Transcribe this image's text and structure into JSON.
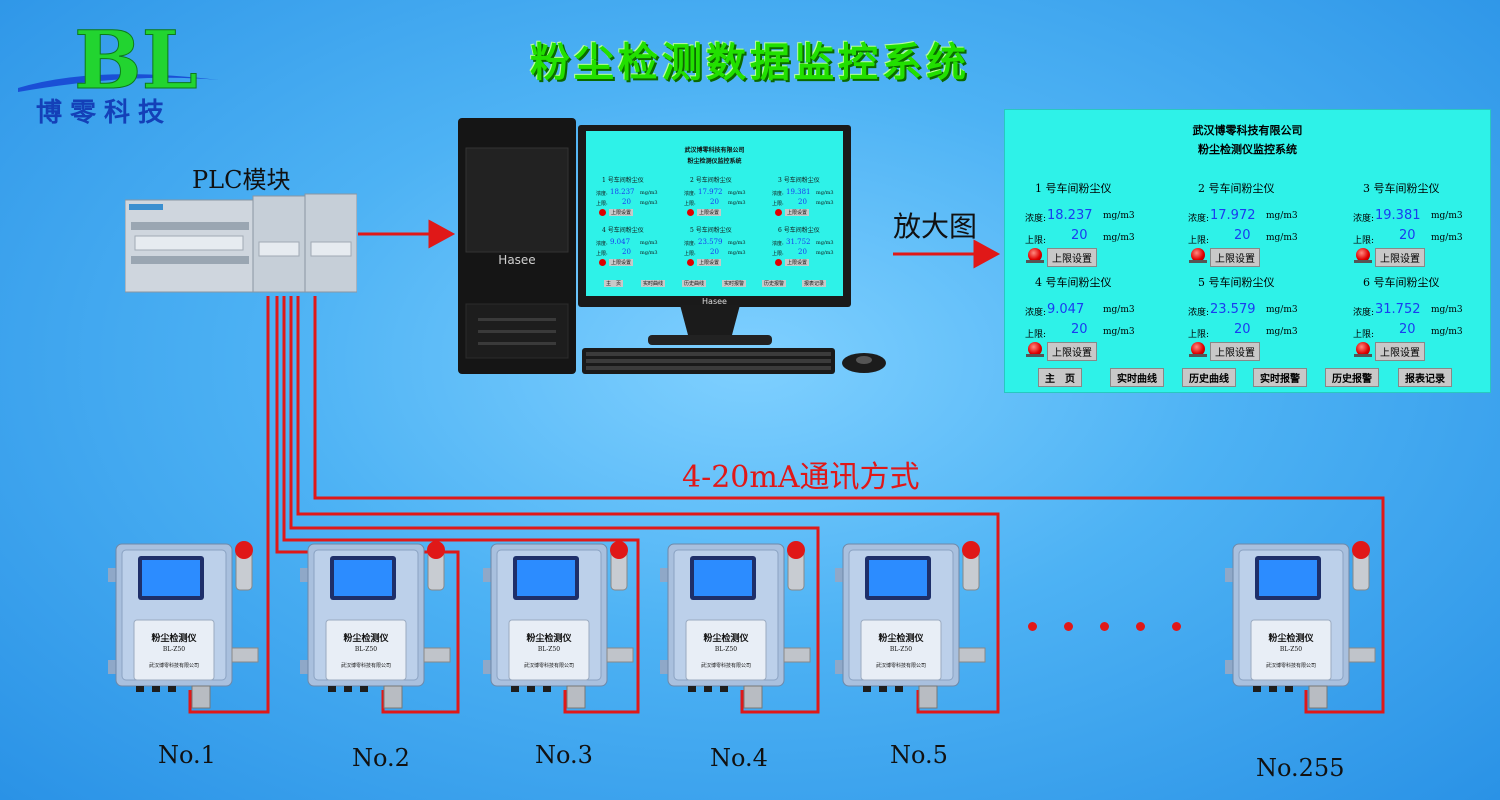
{
  "logo": {
    "brand": "博零科技",
    "letters": "BL"
  },
  "title": "粉尘检测数据监控系统",
  "plc_label": "PLC模块",
  "zoom_label": "放大图",
  "comm_label": "4-20mA通讯方式",
  "computer": {
    "brand": "Hasee",
    "monitor_brand": "Hasee"
  },
  "colors": {
    "wire": "#e01818",
    "screen": "#2ef2e8",
    "title": "#22e000",
    "value": "#1a3cf0"
  },
  "panel": {
    "company": "武汉博零科技有限公司",
    "system": "粉尘检测仪监控系统",
    "units": [
      {
        "name": "1 号车间粉尘仪",
        "conc_label": "浓度:",
        "conc": "18.237",
        "unit": "mg/m3",
        "limit_label": "上限:",
        "limit": "20",
        "limit_unit": "mg/m3",
        "button": "上限设置"
      },
      {
        "name": "2 号车间粉尘仪",
        "conc_label": "浓度:",
        "conc": "17.972",
        "unit": "mg/m3",
        "limit_label": "上限:",
        "limit": "20",
        "limit_unit": "mg/m3",
        "button": "上限设置"
      },
      {
        "name": "3 号车间粉尘仪",
        "conc_label": "浓度:",
        "conc": "19.381",
        "unit": "mg/m3",
        "limit_label": "上限:",
        "limit": "20",
        "limit_unit": "mg/m3",
        "button": "上限设置"
      },
      {
        "name": "4 号车间粉尘仪",
        "conc_label": "浓度:",
        "conc": "9.047",
        "unit": "mg/m3",
        "limit_label": "上限:",
        "limit": "20",
        "limit_unit": "mg/m3",
        "button": "上限设置"
      },
      {
        "name": "5 号车间粉尘仪",
        "conc_label": "浓度:",
        "conc": "23.579",
        "unit": "mg/m3",
        "limit_label": "上限:",
        "limit": "20",
        "limit_unit": "mg/m3",
        "button": "上限设置"
      },
      {
        "name": "6 号车间粉尘仪",
        "conc_label": "浓度:",
        "conc": "31.752",
        "unit": "mg/m3",
        "limit_label": "上限:",
        "limit": "20",
        "limit_unit": "mg/m3",
        "button": "上限设置"
      }
    ],
    "nav": [
      "主　页",
      "实时曲线",
      "历史曲线",
      "实时报警",
      "历史报警",
      "报表记录"
    ]
  },
  "detector": {
    "title": "粉尘检测仪",
    "model": "BL-Z50",
    "maker": "武汉博零科技有限公司"
  },
  "detectors": [
    "No.1",
    "No.2",
    "No.3",
    "No.4",
    "No.5",
    "No.255"
  ]
}
